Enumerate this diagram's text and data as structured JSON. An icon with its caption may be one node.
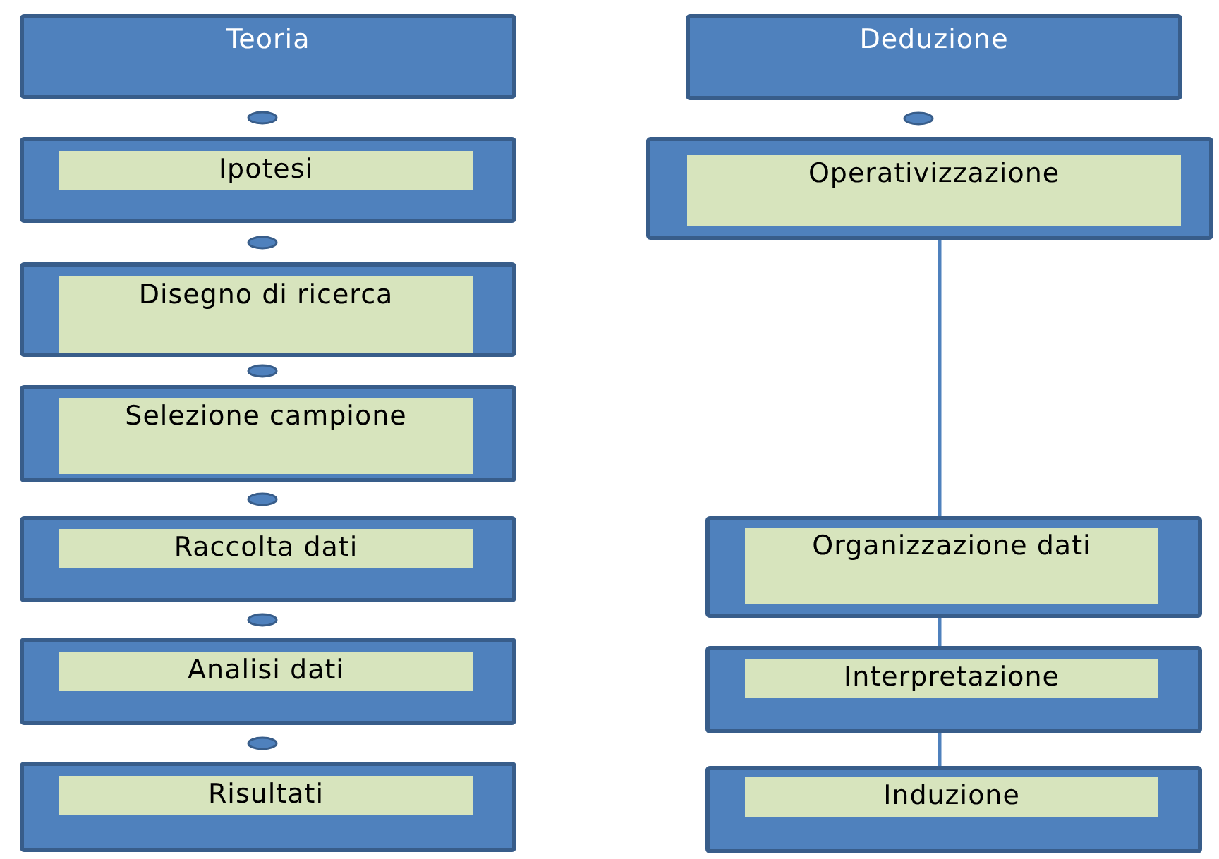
{
  "diagram": {
    "nodes": [
      {
        "text": [
          "Teoria"
        ]
      },
      {
        "text": [
          "Ipotesi"
        ]
      },
      {
        "text": [
          "Disegno di ricerca"
        ]
      },
      {
        "text": [
          "Selezione campione"
        ]
      },
      {
        "text": [
          "Raccolta dati"
        ]
      },
      {
        "text": [
          "Analisi dati"
        ]
      },
      {
        "text": [
          "Risultati"
        ]
      },
      {
        "text": [
          "Deduzione"
        ]
      },
      {
        "text": [
          "Operativizzazione"
        ]
      },
      {
        "text": [
          "Organizzazione dati"
        ]
      },
      {
        "text": [
          "Interpretazione"
        ]
      },
      {
        "text": [
          "Induzione"
        ]
      }
    ],
    "edges": [
      {
        "from": 0,
        "to": 1,
        "arrow": "none"
      },
      {
        "from": 1,
        "to": 2,
        "arrow": "none"
      },
      {
        "from": 2,
        "to": 3,
        "arrow": "none"
      },
      {
        "from": 3,
        "to": 4,
        "arrow": "none"
      },
      {
        "from": 4,
        "to": 5,
        "arrow": "none"
      },
      {
        "from": 5,
        "to": 6,
        "arrow": "none"
      },
      {
        "from": 7,
        "to": 8,
        "arrow": "none"
      },
      {
        "from": 8,
        "to": 9,
        "arrow": "none"
      },
      {
        "from": 9,
        "to": 10,
        "arrow": "none"
      },
      {
        "from": 10,
        "to": 11,
        "arrow": "none"
      }
    ]
  }
}
